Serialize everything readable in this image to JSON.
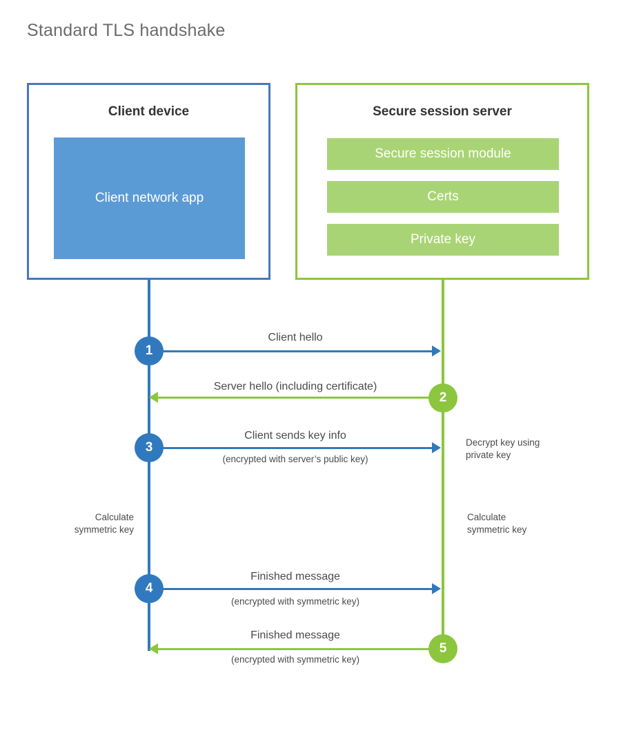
{
  "title": "Standard TLS handshake",
  "colors": {
    "client_accent": "#3079be",
    "client_border": "#4479b9",
    "client_block_fill": "#5b9bd5",
    "server_accent": "#8cc63e",
    "server_module_fill": "#a9d475",
    "text": "#4a4a4a",
    "title_text": "#6b6b6b",
    "background": "#ffffff"
  },
  "participants": {
    "client": {
      "title": "Client device",
      "block_label": "Client network app"
    },
    "server": {
      "title": "Secure session server",
      "modules": [
        "Secure session module",
        "Certs",
        "Private key"
      ]
    }
  },
  "steps": [
    {
      "number": "1",
      "label": "Client hello",
      "sublabel": "",
      "direction": "client-to-server",
      "color": "#3079be"
    },
    {
      "number": "2",
      "label": "Server hello (including certificate)",
      "sublabel": "",
      "direction": "server-to-client",
      "color": "#8cc63e"
    },
    {
      "number": "3",
      "label": "Client sends key info",
      "sublabel": "(encrypted with server’s public key)",
      "direction": "client-to-server",
      "color": "#3079be"
    },
    {
      "number": "4",
      "label": "Finished message",
      "sublabel": "(encrypted with symmetric key)",
      "direction": "client-to-server",
      "color": "#3079be"
    },
    {
      "number": "5",
      "label": "Finished message",
      "sublabel": "(encrypted with symmetric key)",
      "direction": "server-to-client",
      "color": "#8cc63e"
    }
  ],
  "annotations": {
    "server_decrypt": "Decrypt key using\nprivate key",
    "server_decrypt_line1": "Decrypt key using",
    "server_decrypt_line2": "private key",
    "client_calc_line1": "Calculate",
    "client_calc_line2": "symmetric key",
    "server_calc_line1": "Calculate",
    "server_calc_line2": "symmetric key"
  }
}
